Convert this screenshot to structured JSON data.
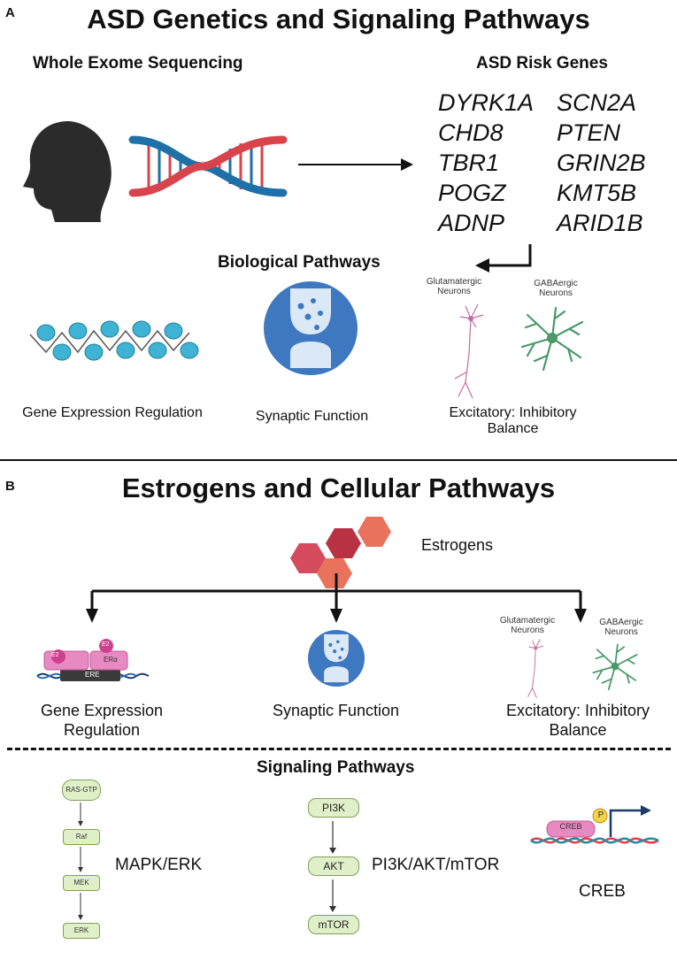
{
  "panel_a": {
    "letter": "A",
    "title": "ASD Genetics and Signaling Pathways",
    "wes_label": "Whole Exome Sequencing",
    "risk_genes_label": "ASD Risk Genes",
    "genes_left": [
      "DYRK1A",
      "CHD8",
      "TBR1",
      "POGZ",
      "ADNP"
    ],
    "genes_right": [
      "SCN2A",
      "PTEN",
      "GRIN2B",
      "KMT5B",
      "ARID1B"
    ],
    "bio_pathways_label": "Biological Pathways",
    "gene_expr_label": "Gene Expression Regulation",
    "synaptic_label": "Synaptic Function",
    "glut_label": "Glutamatergic Neurons",
    "gaba_label": "GABAergic Neurons",
    "balance_label_1": "Excitatory: Inhibitory",
    "balance_label_2": "Balance"
  },
  "panel_b": {
    "letter": "B",
    "title": "Estrogens and Cellular Pathways",
    "estrogens_label": "Estrogens",
    "gene_expr_label_1": "Gene Expression",
    "gene_expr_label_2": "Regulation",
    "e2_label": "E2",
    "era_label": "ERα",
    "ere_label": "ERE",
    "synaptic_label": "Synaptic Function",
    "glut_label": "Glutamatergic Neurons",
    "gaba_label": "GABAergic Neurons",
    "balance_label_1": "Excitatory: Inhibitory",
    "balance_label_2": "Balance",
    "signaling_label": "Signaling Pathways",
    "mapk_nodes": [
      "RAS-GTP",
      "Raf",
      "MEK",
      "ERK"
    ],
    "mapk_label": "MAPK/ERK",
    "pi3k_nodes": [
      "PI3K",
      "AKT",
      "mTOR"
    ],
    "pi3k_label": "PI3K/AKT/mTOR",
    "creb_node": "CREB",
    "p_label": "P",
    "creb_label": "CREB"
  },
  "colors": {
    "dna_red": "#d9434b",
    "dna_blue": "#1f6fa8",
    "nucleosome": "#3fb3d4",
    "synapse_circle": "#3d78c0",
    "synapse_inner": "#dbe8f5",
    "neuron_glut": "#c56aa0",
    "neuron_gaba": "#4a9a6a",
    "hex_1": "#d64b5e",
    "hex_2": "#b83244",
    "hex_3": "#e8725c",
    "receptor": "#e78ac2",
    "node_fill": "#dff0c8"
  }
}
